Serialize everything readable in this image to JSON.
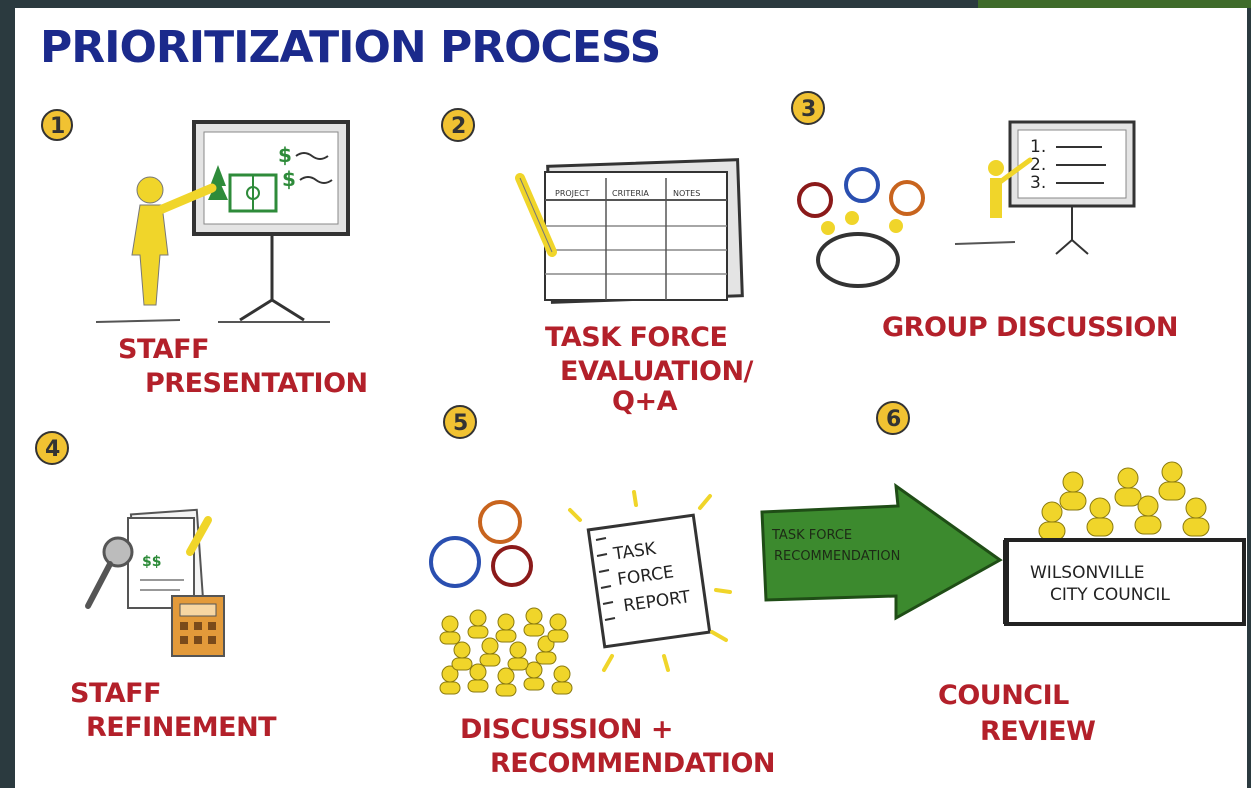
{
  "title": "PRIORITIZATION PROCESS",
  "steps": [
    {
      "number": "1",
      "label_line1": "STAFF",
      "label_line2": "PRESENTATION"
    },
    {
      "number": "2",
      "label_line1": "TASK FORCE",
      "label_line2": "EVALUATION/",
      "label_line3": "Q+A"
    },
    {
      "number": "3",
      "label_line1": "GROUP DISCUSSION"
    },
    {
      "number": "4",
      "label_line1": "STAFF",
      "label_line2": "REFINEMENT"
    },
    {
      "number": "5",
      "label_line1": "DISCUSSION +",
      "label_line2": "RECOMMENDATION"
    },
    {
      "number": "6",
      "label_line1": "COUNCIL",
      "label_line2": "REVIEW"
    }
  ],
  "table_headers": [
    "PROJECT",
    "CRITERIA",
    "NOTES"
  ],
  "list_items": [
    "1.",
    "2.",
    "3."
  ],
  "money_symbols": [
    "$",
    "$"
  ],
  "refinement_paper_text": "$$",
  "report": {
    "line1": "TASK",
    "line2": "FORCE",
    "line3": "REPORT"
  },
  "arrow": {
    "line1": "TASK FORCE",
    "line2": "RECOMMENDATION"
  },
  "council_sign": {
    "line1": "WILSONVILLE",
    "line2": "CITY COUNCIL"
  },
  "colors": {
    "title": "#1b2a8c",
    "label": "#b3202a",
    "figure": "#f0d52a",
    "number_circle": "#f1c232",
    "arrow": "#3c8a2e",
    "background": "#ffffff"
  }
}
